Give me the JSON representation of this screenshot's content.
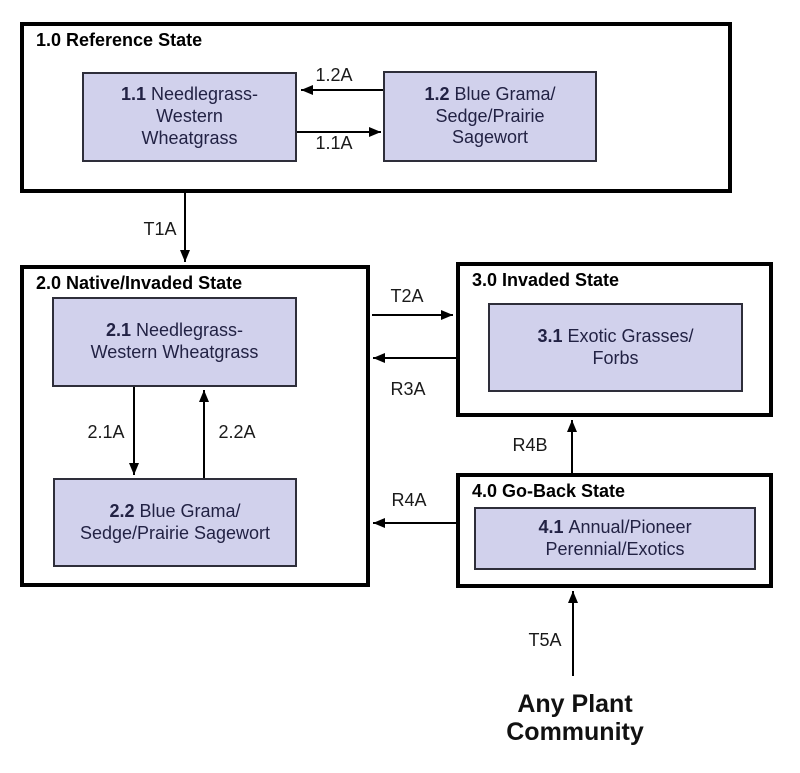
{
  "colors": {
    "community_fill": "#d1d1ec",
    "community_border": "#2e2e3a",
    "community_text": "#222244",
    "state_border": "#000000",
    "arrow": "#000000",
    "label_text": "#1a1a1a"
  },
  "states": [
    {
      "title": "1.0 Reference State"
    },
    {
      "title": "2.0 Native/Invaded State"
    },
    {
      "title": "3.0 Invaded State"
    },
    {
      "title": "4.0 Go-Back State"
    }
  ],
  "communities": [
    {
      "number": "1.1",
      "name": "Needlegrass-\nWestern\nWheatgrass"
    },
    {
      "number": "1.2",
      "name": "Blue Grama/\nSedge/Prairie\nSagewort"
    },
    {
      "number": "2.1",
      "name": "Needlegrass-\nWestern Wheatgrass"
    },
    {
      "number": "2.2",
      "name": "Blue Grama/\nSedge/Prairie Sagewort"
    },
    {
      "number": "3.1",
      "name": "Exotic Grasses/\nForbs"
    },
    {
      "number": "4.1",
      "name": "Annual/Pioneer\nPerennial/Exotics"
    }
  ],
  "transitions": {
    "a12": "1.2A",
    "a11": "1.1A",
    "t1a": "T1A",
    "t2a": "T2A",
    "r3a": "R3A",
    "a21": "2.1A",
    "a22": "2.2A",
    "r4a": "R4A",
    "r4b": "R4B",
    "t5a": "T5A"
  },
  "footer": {
    "label": "Any Plant\nCommunity"
  }
}
